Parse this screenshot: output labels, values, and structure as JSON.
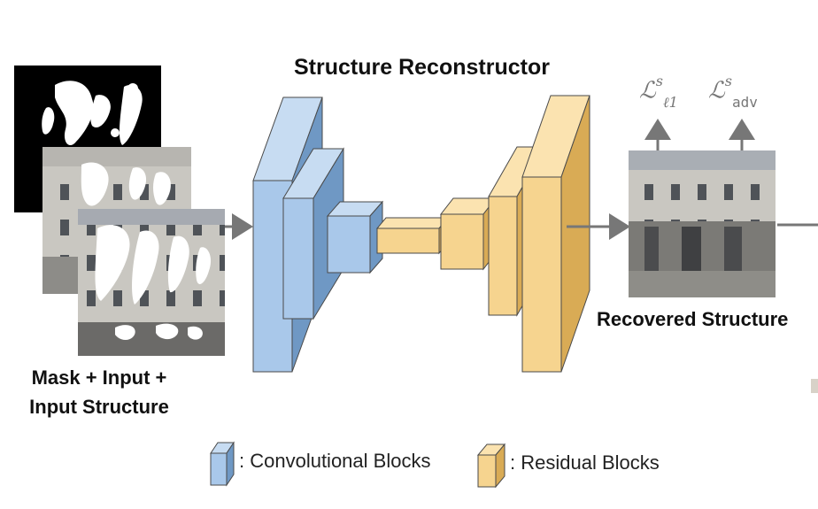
{
  "diagram": {
    "title": "Structure Reconstructor",
    "input_label_line1": "Mask + Input +",
    "input_label_line2": "Input Structure",
    "output_label": "Recovered Structure",
    "loss_l1": {
      "symbol": "ℒ",
      "sup": "s",
      "sub": "ℓ1"
    },
    "loss_adv": {
      "symbol": "ℒ",
      "sup": "s",
      "sub": "adv"
    },
    "legend": {
      "conv_label": ": Convolutional Blocks",
      "res_label": ": Residual Blocks"
    },
    "colors": {
      "conv_front": "#a9c8ea",
      "conv_side": "#6f98c4",
      "conv_top": "#c7dcf2",
      "res_front": "#f6d48f",
      "res_side": "#d9ab55",
      "res_top": "#fbe3b0",
      "arrow": "#777777"
    }
  }
}
